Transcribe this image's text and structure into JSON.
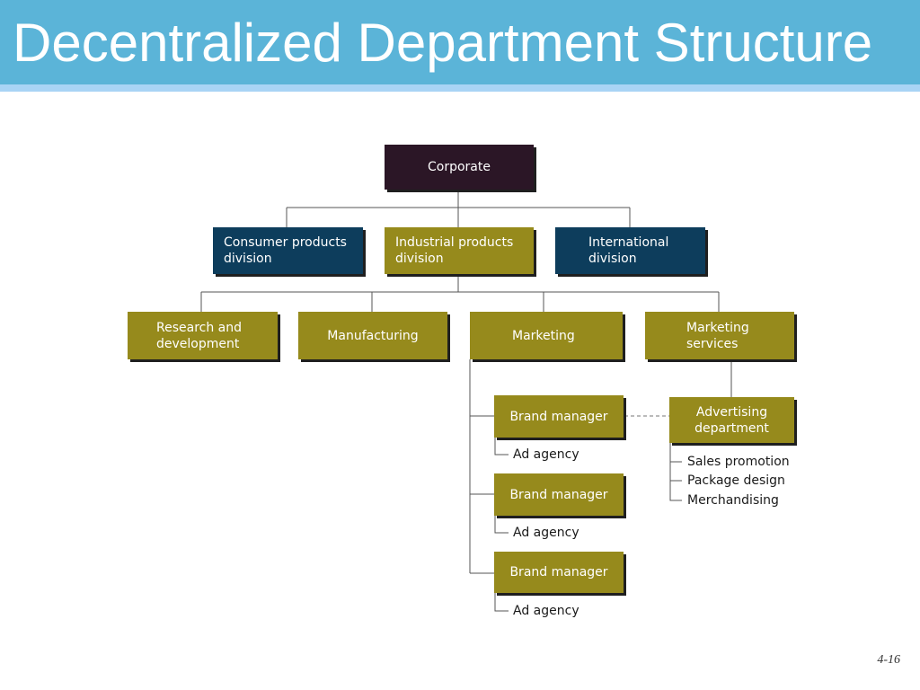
{
  "slide": {
    "title": "Decentralized Department Structure",
    "page_number": "4-16"
  },
  "org_chart": {
    "corporate": "Corporate",
    "divisions": [
      "Consumer products\ndivision",
      "Industrial products\ndivision",
      "International\ndivision"
    ],
    "departments": [
      "Research and\ndevelopment",
      "Manufacturing",
      "Marketing",
      "Marketing\nservices"
    ],
    "brand_manager": "Brand manager",
    "ad_agency": "Ad agency",
    "advertising_department": "Advertising\ndepartment",
    "services": [
      "Sales promotion",
      "Package design",
      "Merchandising"
    ]
  },
  "colors": {
    "title_bar": "#5bb4d8",
    "olive_box": "#968a1c",
    "navy_box": "#0d3d5c",
    "corporate_box": "#2b1626"
  }
}
